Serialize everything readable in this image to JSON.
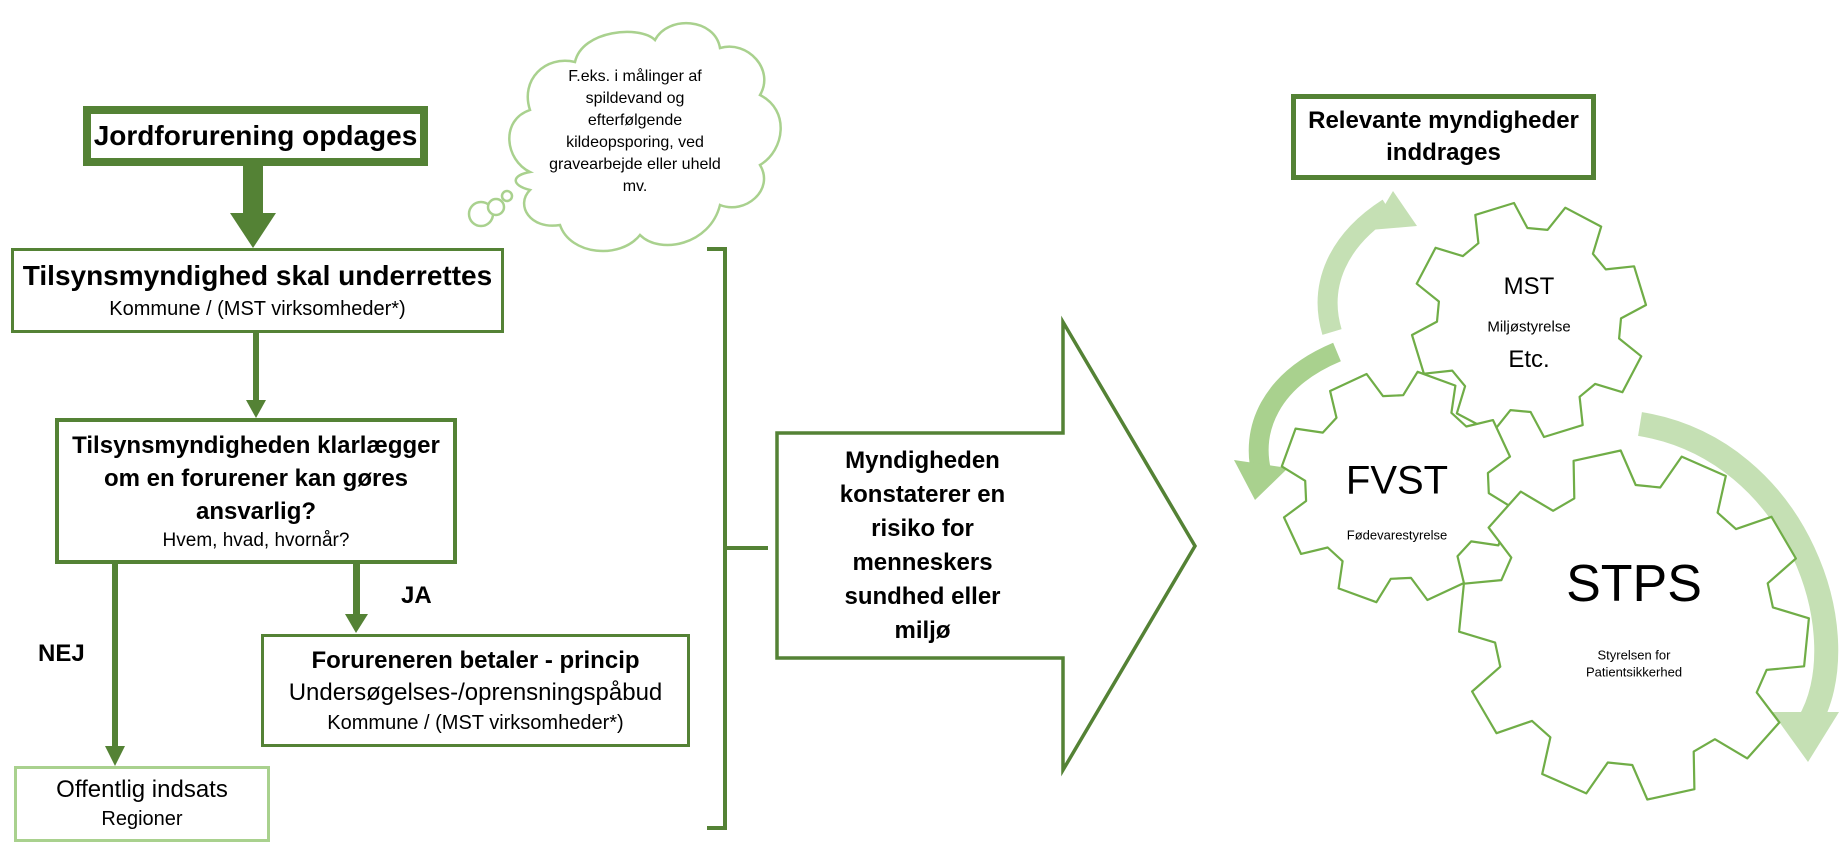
{
  "start": {
    "title": "Jordforurening opdages"
  },
  "notify": {
    "title": "Tilsynsmyndighed skal underrettes",
    "sub": "Kommune / (MST virksomheder*)"
  },
  "clarify": {
    "title_lines": [
      "Tilsynsmyndigheden klarlægger",
      "om en forurener kan gøres",
      "ansvarlig?"
    ],
    "sub": "Hvem, hvad, hvornår?"
  },
  "labels": {
    "no": "NEJ",
    "yes": "JA"
  },
  "polluter": {
    "title": "Forureneren betaler - princip",
    "line2": "Undersøgelses-/oprensningspåbud",
    "line3": "Kommune / (MST virksomheder*)"
  },
  "public": {
    "title": "Offentlig indsats",
    "sub": "Regioner"
  },
  "cloud": {
    "lines": [
      "F.eks. i målinger af",
      "spildevand og",
      "efterfølgende",
      "kildeopsporing, ved",
      "gravearbejde eller uheld",
      "mv."
    ]
  },
  "big_arrow": {
    "lines": [
      "Myndigheden",
      "konstaterer en",
      "risiko for",
      "menneskers",
      "sundhed eller",
      "miljø"
    ]
  },
  "authorities": {
    "title_lines": [
      "Relevante myndigheder",
      "inddrages"
    ],
    "mst": {
      "name": "MST",
      "full": "Miljøstyrelse",
      "extra": "Etc."
    },
    "fvst": {
      "name": "FVST",
      "full": "Fødevarestyrelse"
    },
    "stps": {
      "name": "STPS",
      "full_lines": [
        "Styrelsen for",
        "Patientsikkerhed"
      ]
    }
  },
  "colors": {
    "dark_green": "#548235",
    "mid_green": "#70ad47",
    "light_green": "#a9d18e",
    "pale_green": "#c5e0b4"
  }
}
